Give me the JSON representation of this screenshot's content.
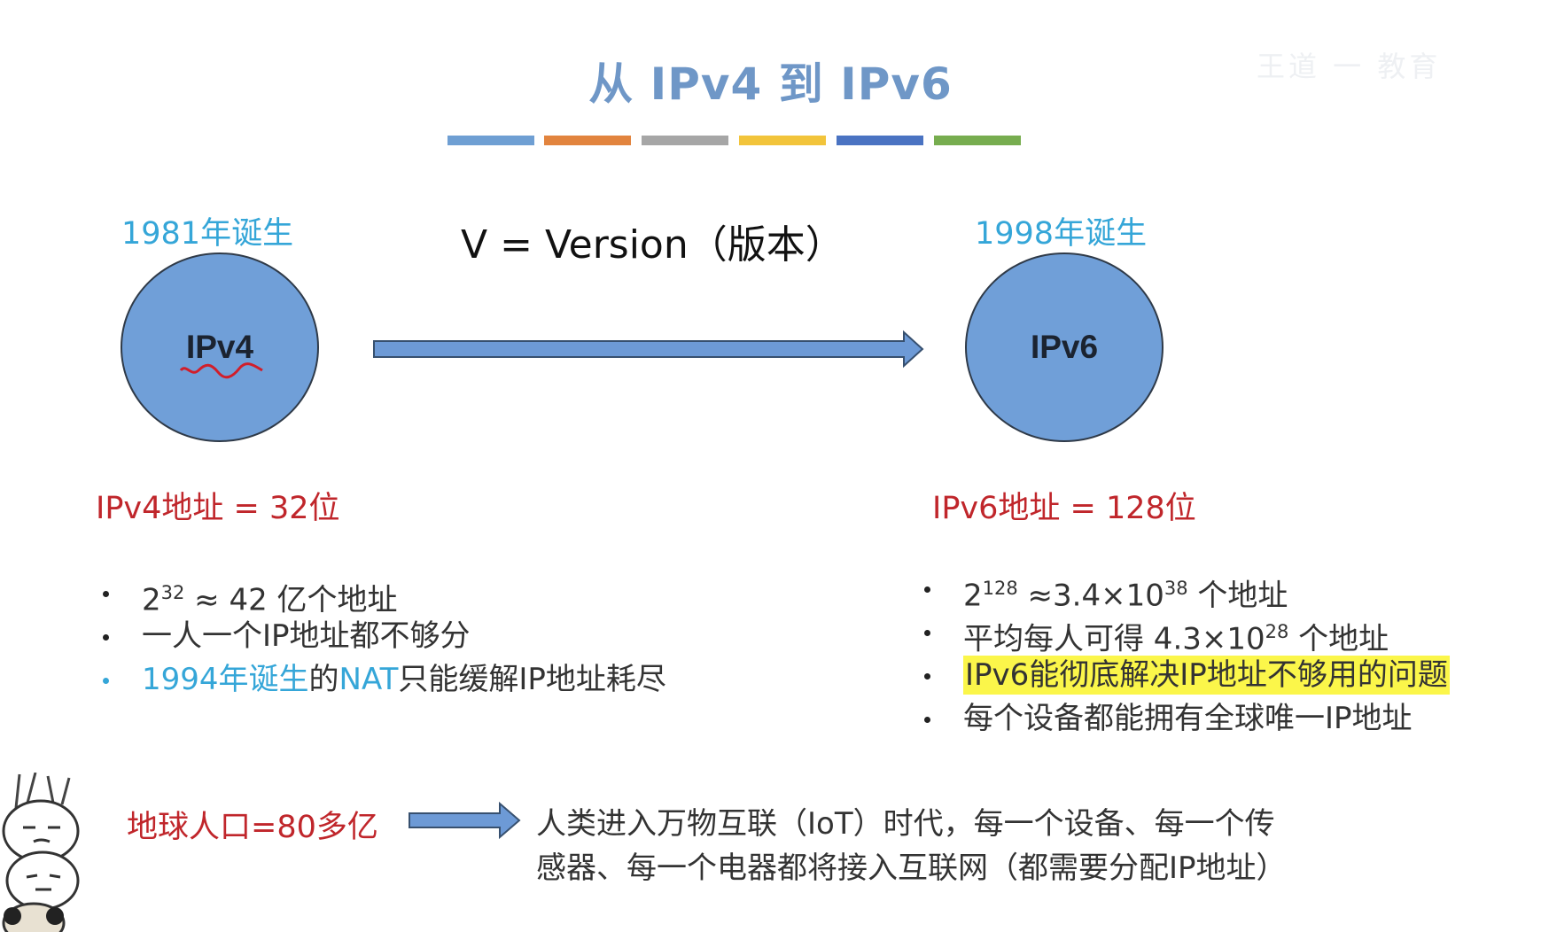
{
  "slide": {
    "title": "从 IPv4 到 IPv6",
    "color_bar": [
      "#6f9fd3",
      "#e2843e",
      "#a6a6a6",
      "#f2c43b",
      "#4a73c2",
      "#77ad4f"
    ],
    "version_label": "V = Version（版本）",
    "ipv4": {
      "birth": "1981年诞生",
      "circle_label": "IPv4",
      "address_bits": "IPv4地址 = 32位",
      "bullets": {
        "b1_base": "2",
        "b1_exp": "32",
        "b1_rest": " ≈ 42 亿个地址",
        "b2": "一人一个IP地址都不够分",
        "b3_cyan": "1994年诞生",
        "b3_mid": "的",
        "b3_nat": "NAT",
        "b3_rest": "只能缓解IP地址耗尽"
      }
    },
    "ipv6": {
      "birth": "1998年诞生",
      "circle_label": "IPv6",
      "address_bits": "IPv6地址 = 128位",
      "bullets": {
        "b1_base": "2",
        "b1_exp": "128",
        "b1_mid": "  ≈3.4×10",
        "b1_exp2": "38",
        "b1_rest": " 个地址",
        "b2_pre": "平均每人可得 4.3×10",
        "b2_exp": "28",
        "b2_rest": " 个地址",
        "b3": "IPv6能彻底解决IP地址不够用的问题",
        "b4": "每个设备都能拥有全球唯一IP地址"
      }
    },
    "population": "地球人口=80多亿",
    "iot_line1": "人类进入万物互联（IoT）时代，每一个设备、每一个传",
    "iot_line2": "感器、每一个电器都将接入互联网（都需要分配IP地址）",
    "watermark": "王道 一 教育",
    "colors": {
      "title": "#6f97c7",
      "accent_cyan": "#35a6d8",
      "accent_red": "#c0262b",
      "circle_fill": "#709fd8",
      "highlight": "#fbf64a"
    }
  }
}
